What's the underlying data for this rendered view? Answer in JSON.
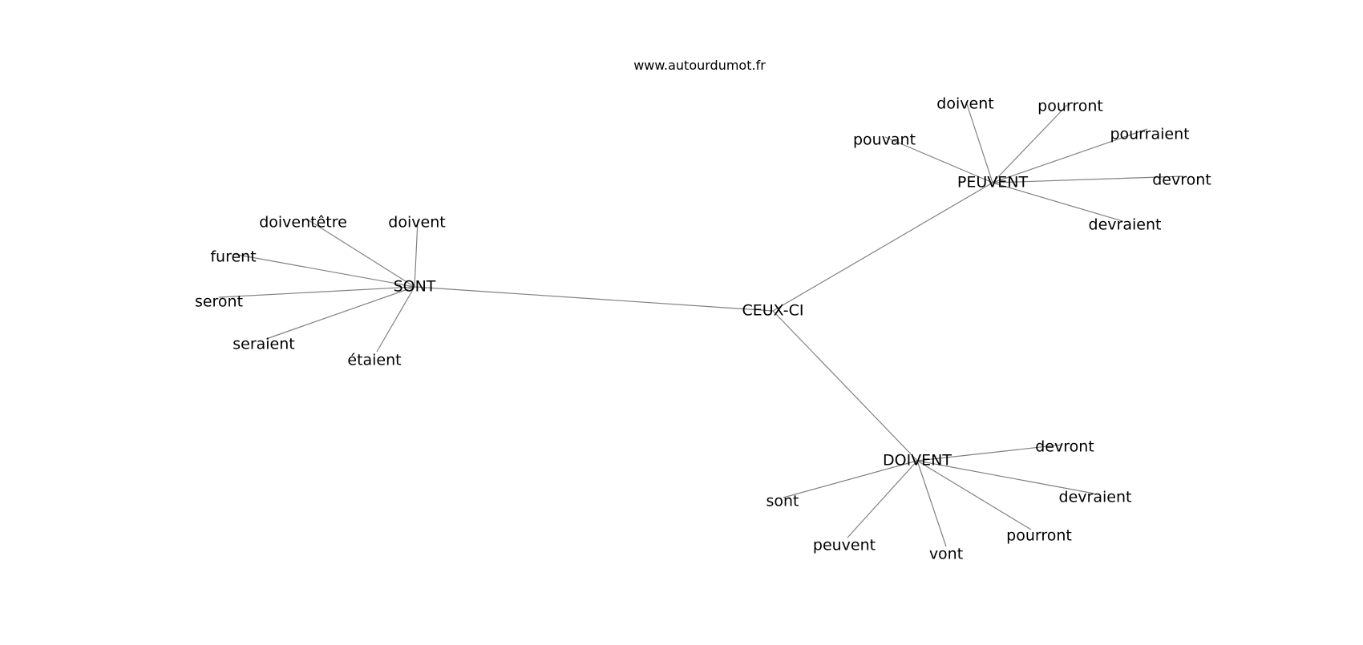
{
  "source": "www.autourdumot.fr",
  "graph": {
    "center": "CEUX-CI",
    "hubs": [
      {
        "id": "sont",
        "label": "SONT",
        "neighbors": [
          "doiventêtre",
          "doivent",
          "furent",
          "seront",
          "seraient",
          "étaient"
        ]
      },
      {
        "id": "peuvent",
        "label": "PEUVENT",
        "neighbors": [
          "doivent",
          "pourront",
          "pouvant",
          "pourraient",
          "devront",
          "devraient"
        ]
      },
      {
        "id": "doivent",
        "label": "DOIVENT",
        "neighbors": [
          "devront",
          "sont",
          "devraient",
          "pourront",
          "peuvent",
          "vont"
        ]
      }
    ],
    "colors": {
      "edge": "#808080",
      "text": "#000000"
    }
  }
}
